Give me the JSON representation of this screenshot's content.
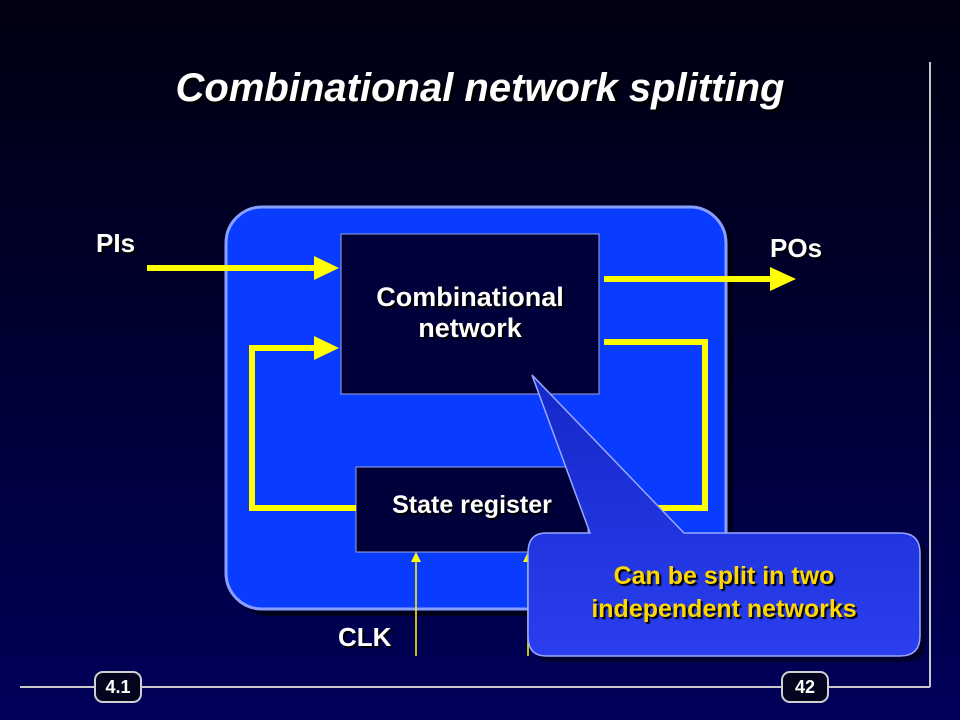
{
  "title": "Combinational network splitting",
  "labels": {
    "pis": "PIs",
    "pos": "POs",
    "clk": "CLK"
  },
  "boxes": {
    "combinational_line1": "Combinational",
    "combinational_line2": "network",
    "state_register": "State register"
  },
  "callout": {
    "line1": "Can be split in two",
    "line2": "independent networks"
  },
  "footer": {
    "section": "4.1",
    "page": "42"
  },
  "colors": {
    "background": "#00003a",
    "module_fill": "#0a3cff",
    "wire": "#ffff00",
    "callout_fill": "#1a2ad8",
    "callout_text": "#ffd700"
  }
}
